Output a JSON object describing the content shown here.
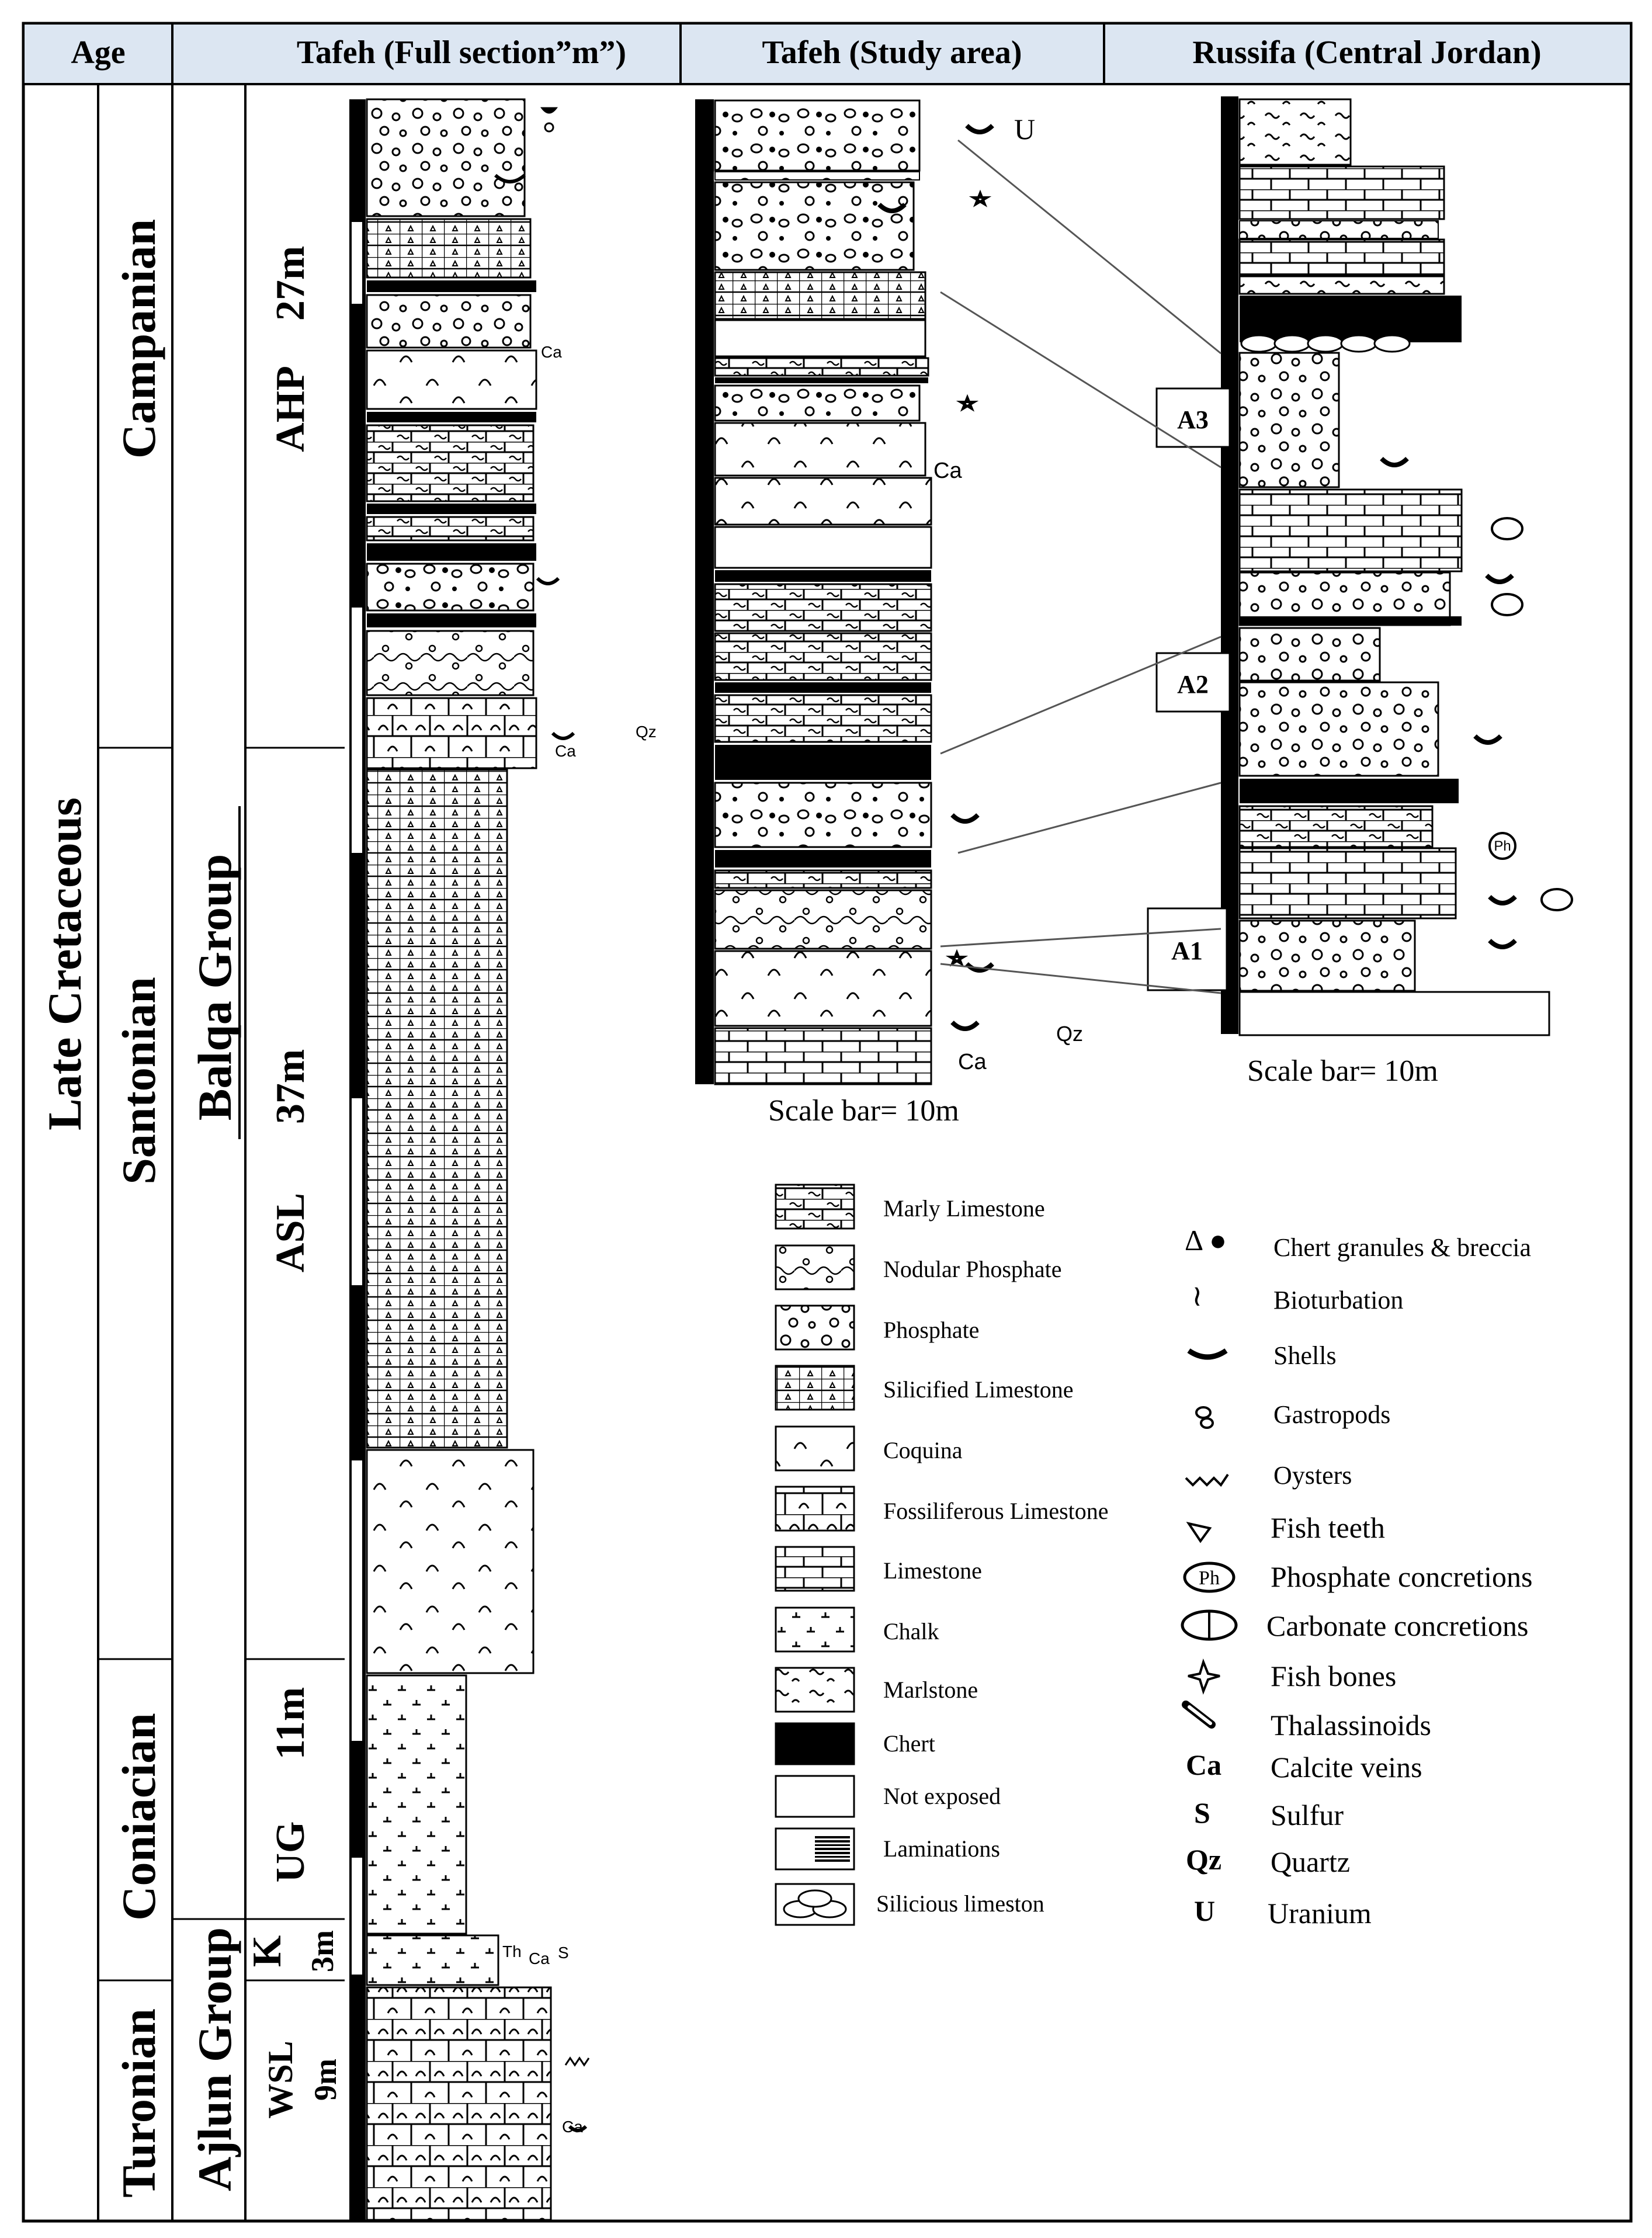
{
  "header": {
    "col_age": "Age",
    "col_full": "Tafeh (Full section”m”)",
    "col_study": "Tafeh (Study area)",
    "col_russifa": "Russifa (Central Jordan)"
  },
  "age_labels": {
    "epoch": "Late Cretaceous",
    "campanian": "Campanian",
    "santonian": "Santonian",
    "coniacian": "Coniacian",
    "turonian": "Turonian",
    "balqa": "Balqa Group",
    "ajlun": "Ajlun Group"
  },
  "units": {
    "ahp": "AHP",
    "ahp_thick": "27m",
    "asl": "ASL",
    "asl_thick": "37m",
    "ug": "UG",
    "ug_thick": "11m",
    "k": "K",
    "k_thick": "3m",
    "wsl": "WSL",
    "wsl_thick": "9m"
  },
  "annotations": {
    "ca": "Ca",
    "qz": "Qz",
    "u": "U",
    "th": "Th",
    "s": "S",
    "ph": "Ph"
  },
  "scale_bars": {
    "study": "Scale bar= 10m",
    "russifa": "Scale bar= 10m"
  },
  "correlation_labels": [
    "A3",
    "A2",
    "A1"
  ],
  "lithology_legend": [
    "Marly Limestone",
    "Nodular Phosphate",
    "Phosphate",
    "Silicified Limestone",
    "Coquina",
    "Fossiliferous Limestone",
    "Limestone",
    "Chalk",
    "Marlstone",
    "Chert",
    "Not exposed",
    "Laminations",
    "Silicious limeston"
  ],
  "symbol_legend": [
    {
      "symbol": "Δ ●",
      "label": "Chert granules & breccia"
    },
    {
      "symbol": "≀",
      "label": "Bioturbation"
    },
    {
      "symbol": "",
      "label": "Shells"
    },
    {
      "symbol": "",
      "label": "Gastropods"
    },
    {
      "symbol": "",
      "label": "Oysters"
    },
    {
      "symbol": "",
      "label": "Fish teeth"
    },
    {
      "symbol": "Ph",
      "label": "Phosphate concretions"
    },
    {
      "symbol": "",
      "label": "Carbonate concretions"
    },
    {
      "symbol": "",
      "label": "Fish bones"
    },
    {
      "symbol": "",
      "label": "Thalassinoids"
    },
    {
      "symbol": "Ca",
      "label": "Calcite veins"
    },
    {
      "symbol": "S",
      "label": "Sulfur"
    },
    {
      "symbol": "Qz",
      "label": "Quartz"
    },
    {
      "symbol": "U",
      "label": "Uranium"
    }
  ]
}
